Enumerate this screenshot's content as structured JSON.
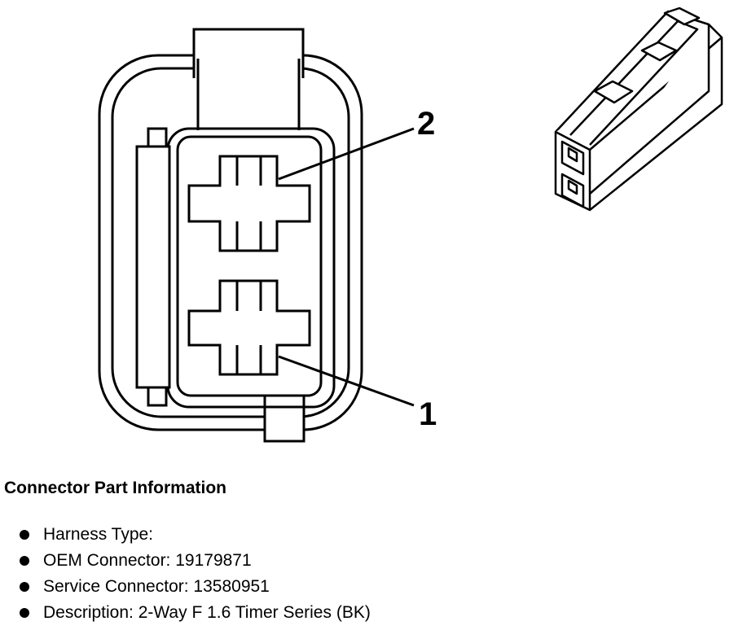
{
  "diagram": {
    "callouts": [
      "2",
      "1"
    ]
  },
  "section_title": "Connector Part Information",
  "items": [
    "Harness Type:",
    "OEM Connector: 19179871",
    "Service Connector: 13580951",
    "Description: 2-Way F 1.6 Timer Series (BK)"
  ]
}
